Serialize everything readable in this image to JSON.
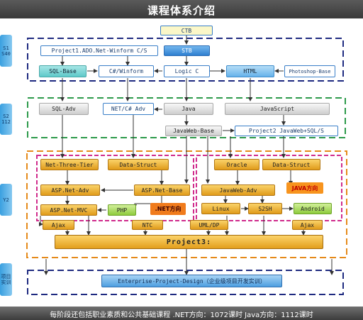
{
  "title": "课程体系介绍",
  "footer": "每阶段还包括职业素质和公共基础课程   .NET方向：1072课时       Java方向：1112课时",
  "stages": [
    "S1 S40",
    "S2 112",
    "Y2",
    "项目 实训"
  ],
  "boxes": {
    "ctb": "CTB",
    "project1": "Project1.ADO.Net-Winform C/S",
    "stb": "STB",
    "sql_base": "SQL-Base",
    "csharp_winform": "C#/Winform",
    "logic_c": "Logic C",
    "html": "HTML",
    "photoshop": "Photoshop-Base",
    "sql_adv": "SQL-Adv",
    "net_csharp_adv": "NET/C# Adv",
    "java": "Java",
    "javascript": "JavaScript",
    "javaweb_base": "JavaWeb-Base",
    "project2": "Project2 JavaWeb+SQL/S",
    "net_three_tier": "Net-Three-Tier",
    "data_struct_net": "Data-Struct",
    "asp_net_adv": "ASP.Net-Adv",
    "asp_net_base": "ASP.Net-Base",
    "asp_net_mvc": "ASP.Net-MVC",
    "php": "PHP",
    "net_direction": ".NET方向",
    "oracle": "Oracle",
    "data_struct_java": "Data-Struct",
    "javaweb_adv": "JavaWeb-Adv",
    "java_direction": "JAVA方向",
    "linux": "Linux",
    "s2sh": "S2SH",
    "android": "Android",
    "ajax_left": "Ajax",
    "ntc": "NTC",
    "uml_dp": "UML/DP",
    "ajax_right": "Ajax",
    "project3": "Project3:",
    "enterprise": "Enterprise-Project-Design（企业级项目开发实训）"
  },
  "colors": {
    "header": "#4a4a4a",
    "stage_blue": "#4aa8e6",
    "s1_frame": "#1e2a80",
    "s2_frame": "#2c9a4a",
    "y2_frame": "#e68a1a",
    "inner_frame": "#d02b8c",
    "final_frame": "#1e2a80"
  }
}
